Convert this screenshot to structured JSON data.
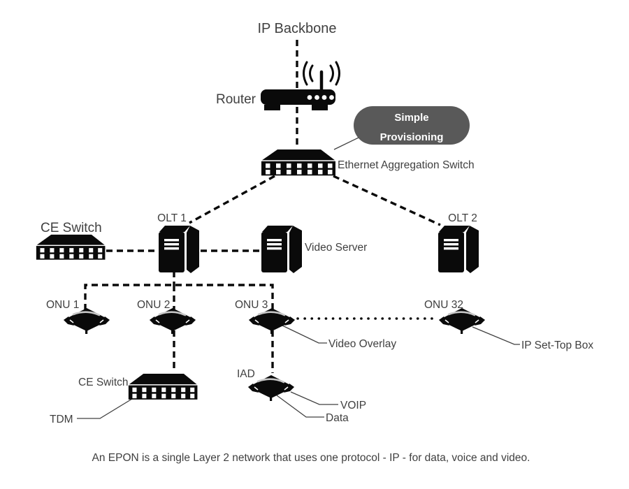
{
  "diagram": {
    "title": "IP Backbone",
    "caption": "An EPON is a single Layer 2 network that uses one protocol - IP - for data, voice and video.",
    "colors": {
      "icon": "#0a0a0a",
      "label": "#404040",
      "bubble_fill": "#595959",
      "bubble_text": "#ffffff",
      "background": "#ffffff"
    },
    "nodes": {
      "router": "Router",
      "eth_agg_switch": "Ethernet Aggregation Switch",
      "ce_switch_top": "CE Switch",
      "olt1": "OLT 1",
      "olt2": "OLT 2",
      "video_server": "Video Server",
      "onu1": "ONU 1",
      "onu2": "ONU 2",
      "onu3": "ONU 3",
      "onu32": "ONU 32",
      "ce_switch_bottom": "CE Switch",
      "iad": "IAD"
    },
    "annotations": {
      "bubble_line1": "Simple",
      "bubble_line2": "Provisioning",
      "video_overlay": "Video Overlay",
      "ip_set_top_box": "IP Set-Top Box",
      "tdm": "TDM",
      "voip": "VOIP",
      "data": "Data"
    }
  }
}
